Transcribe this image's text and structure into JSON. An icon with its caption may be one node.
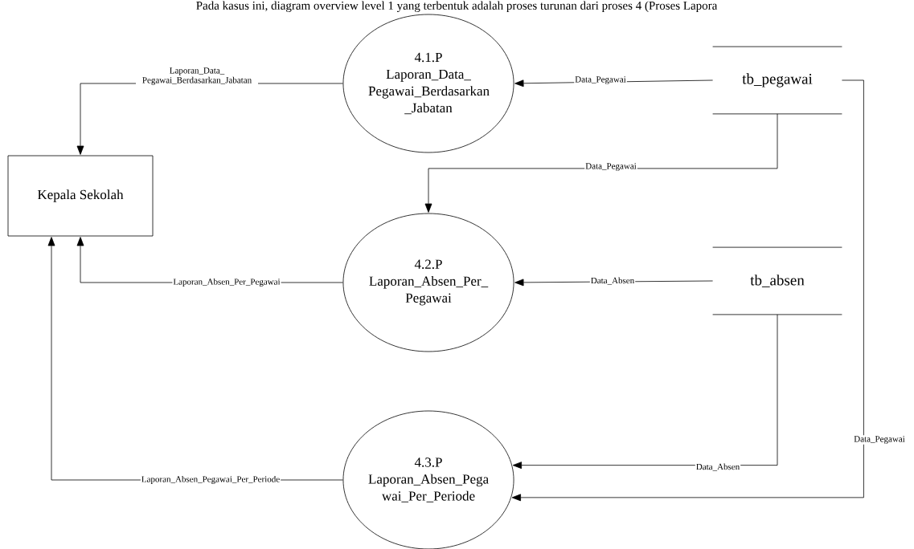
{
  "diagram": {
    "nodes": [
      {
        "text": [
          "Kepala Sekolah"
        ]
      },
      {
        "text": [
          "4.1.P",
          "Laporan_Data_ Pegawai_Berdasarkan _Jabatan"
        ]
      },
      {
        "text": [
          "4.2.P",
          "Laporan_Absen_Per_ Pegawai"
        ]
      },
      {
        "text": [
          "4.3.P",
          "Laporan_Absen_Pega wai_Per_Periode"
        ]
      },
      {
        "text": [
          "tb_pegawai"
        ]
      },
      {
        "text": [
          "tb_absen"
        ]
      }
    ],
    "edges": [
      {
        "from": 1,
        "to": 0,
        "arrow": "to",
        "label": "Laporan_Data_ Pegawai_Berdasarkan_Jabatan"
      },
      {
        "from": 4,
        "to": 1,
        "arrow": "to",
        "label": "Data_Pegawai"
      },
      {
        "from": 4,
        "to": 2,
        "arrow": "to",
        "label": "Data_Pegawai"
      },
      {
        "from": 2,
        "to": 0,
        "arrow": "to",
        "label": "Laporan_Absen_Per_Pegawai"
      },
      {
        "from": 5,
        "to": 2,
        "arrow": "to",
        "label": "Data_Absen"
      },
      {
        "from": 3,
        "to": 0,
        "arrow": "to",
        "label": "Laporan_Absen_Pegawai_Per_Periode"
      },
      {
        "from": 5,
        "to": 3,
        "arrow": "to",
        "label": "Data_Absen"
      },
      {
        "from": 4,
        "to": 3,
        "arrow": "to",
        "label": "Data_Pegawai"
      }
    ],
    "labels": [
      "Pada kasus ini, diagram overview level 1 yang terbentuk adalah proses turunan dari proses 4 (Proses Lapora"
    ]
  }
}
